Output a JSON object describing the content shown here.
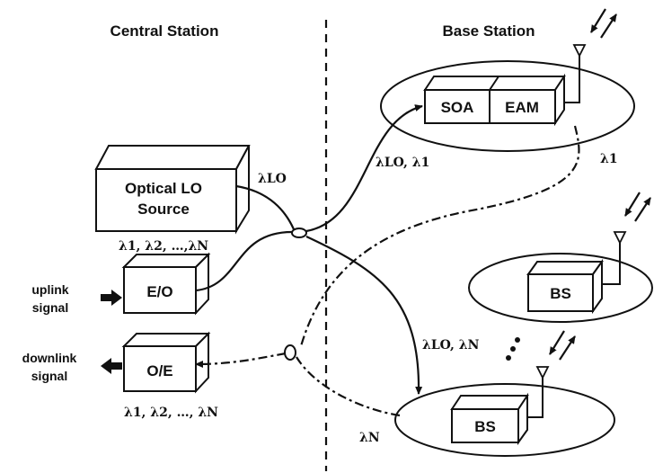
{
  "headers": {
    "central": "Central Station",
    "base": "Base Station"
  },
  "boxes": {
    "lo_line1": "Optical LO",
    "lo_line2": "Source",
    "eo": "E/O",
    "oe": "O/E",
    "soa": "SOA",
    "eam": "EAM",
    "bs2": "BS",
    "bs3": "BS"
  },
  "side_labels": {
    "uplink1": "uplink",
    "uplink2": "signal",
    "downlink1": "downlink",
    "downlink2": "signal"
  },
  "wavelength_labels": {
    "lo": "λLO",
    "list_top": "λ1, λ2, …,λN",
    "list_bottom": "λ1, λ2, …, λN",
    "lo_1": "λLO, λ1",
    "lambda_1": "λ1",
    "lo_n": "λLO, λN",
    "lambda_n": "λN"
  }
}
